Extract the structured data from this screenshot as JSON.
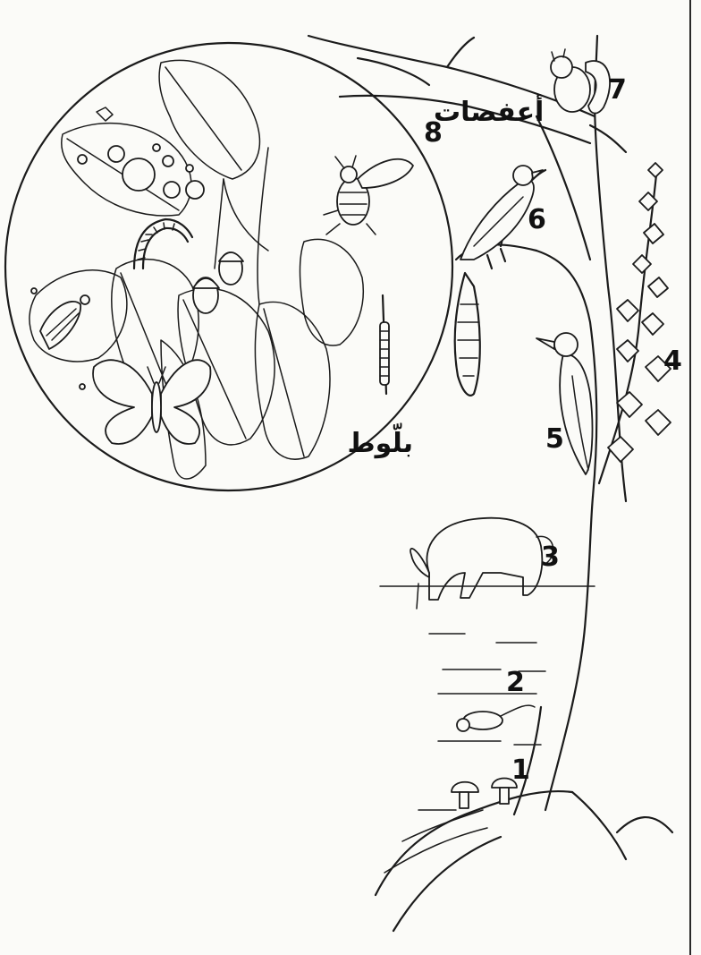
{
  "labels": {
    "n1": "1",
    "n2": "2",
    "n3": "3",
    "n4": "4",
    "n5": "5",
    "n6": "6",
    "n7": "7",
    "n8": "8",
    "acorn_word": "بلّوط",
    "galls_word": "أعفصات"
  },
  "icons": {
    "mushrooms": "mushroom-icon",
    "mouse": "mouse-icon",
    "boar": "boar-icon",
    "ivy": "ivy-icon",
    "woodpecker": "woodpecker-icon",
    "bird": "bird-icon",
    "squirrel": "squirrel-icon",
    "galls": "gall-icon",
    "butterfly": "butterfly-icon",
    "caterpillar": "caterpillar-icon",
    "beetle": "beetle-icon",
    "acorn": "acorn-icon"
  },
  "colors": {
    "ink": "#1b1b1b",
    "paper": "#fbfbf8"
  }
}
